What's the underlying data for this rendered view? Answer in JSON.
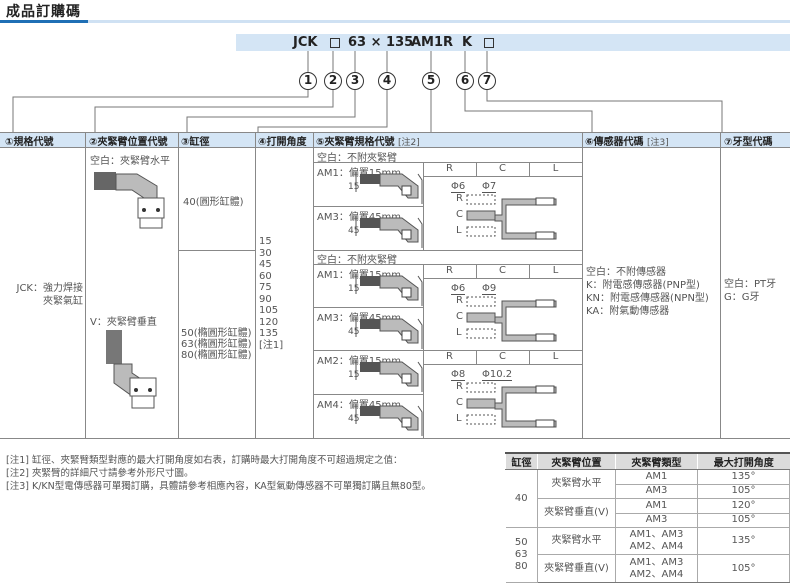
{
  "title": "成品訂購碼",
  "code": {
    "jck": "JCK",
    "size": "63 × 135",
    "arm": "AM1R",
    "sensor": "K"
  },
  "circles": [
    "1",
    "2",
    "3",
    "4",
    "5",
    "6",
    "7"
  ],
  "headers": {
    "h1": "①規格代號",
    "h2": "②夾緊臂位置代號",
    "h3": "③缸徑",
    "h4": "④打開角度",
    "h5": "⑤夾緊臂規格代號",
    "h5n": "[注2]",
    "h6": "⑥傳感器代碼",
    "h6n": "[注3]",
    "h7": "⑦牙型代碼"
  },
  "col1": {
    "line1": "JCK：強力焊接",
    "line2": "夾緊氣缸"
  },
  "col2": {
    "horizontal": "空白：夾緊臂水平",
    "vertical": "V：夾緊臂垂直"
  },
  "col3": {
    "b40": "40(圓形缸體)",
    "b50": "50(橢圓形缸體)",
    "b63": "63(橢圓形缸體)",
    "b80": "80(橢圓形缸體)"
  },
  "col4": {
    "angles": [
      "15",
      "30",
      "45",
      "60",
      "75",
      "90",
      "105",
      "120",
      "135",
      "[注1]"
    ]
  },
  "col5": {
    "none": "空白：不附夾緊臂",
    "sections": [
      {
        "a": "AM1：偏置15mm",
        "a_off": "15",
        "b": "AM3：偏置45mm",
        "b_off": "45",
        "phi1": "Φ6",
        "phi2": "Φ7"
      },
      {
        "a": "AM1：偏置15mm",
        "a_off": "15",
        "b": "AM3：偏置45mm",
        "b_off": "45",
        "phi1": "Φ6",
        "phi2": "Φ9"
      },
      {
        "a": "AM2：偏置15mm",
        "a_off": "15",
        "b": "AM4：偏置45mm",
        "b_off": "45",
        "phi1": "Φ8",
        "phi2": "Φ10.2"
      }
    ],
    "rcl": [
      "R",
      "C",
      "L"
    ]
  },
  "col6": [
    "空白：不附傳感器",
    "K：附電感傳感器(PNP型)",
    "KN：附電感傳感器(NPN型)",
    "KA：附氣動傳感器"
  ],
  "col7": [
    "空白：PT牙",
    "G：G牙"
  ],
  "notes": [
    "[注1] 缸徑、夾緊臂類型對應的最大打開角度如右表，訂購時最大打開角度不可超過規定之值：",
    "[注2] 夾緊臂的詳細尺寸請參考外形尺寸圖。",
    "[注3] K/KN型電傳感器可單獨訂購，具體請參考相應內容，KA型氣動傳感器不可單獨訂購且無80型。"
  ],
  "angle_table": {
    "headers": [
      "缸徑",
      "夾緊臂位置",
      "夾緊臂類型",
      "最大打開角度"
    ],
    "bore1": "40",
    "bore2": "50\n63\n80",
    "pos_h": "夾緊臂水平",
    "pos_v": "夾緊臂垂直(V)",
    "rows": [
      [
        "AM1",
        "135°"
      ],
      [
        "AM3",
        "105°"
      ],
      [
        "AM1",
        "120°"
      ],
      [
        "AM3",
        "105°"
      ],
      [
        "AM1、AM3\nAM2、AM4",
        "135°"
      ],
      [
        "AM1、AM3\nAM2、AM4",
        "105°"
      ]
    ]
  }
}
